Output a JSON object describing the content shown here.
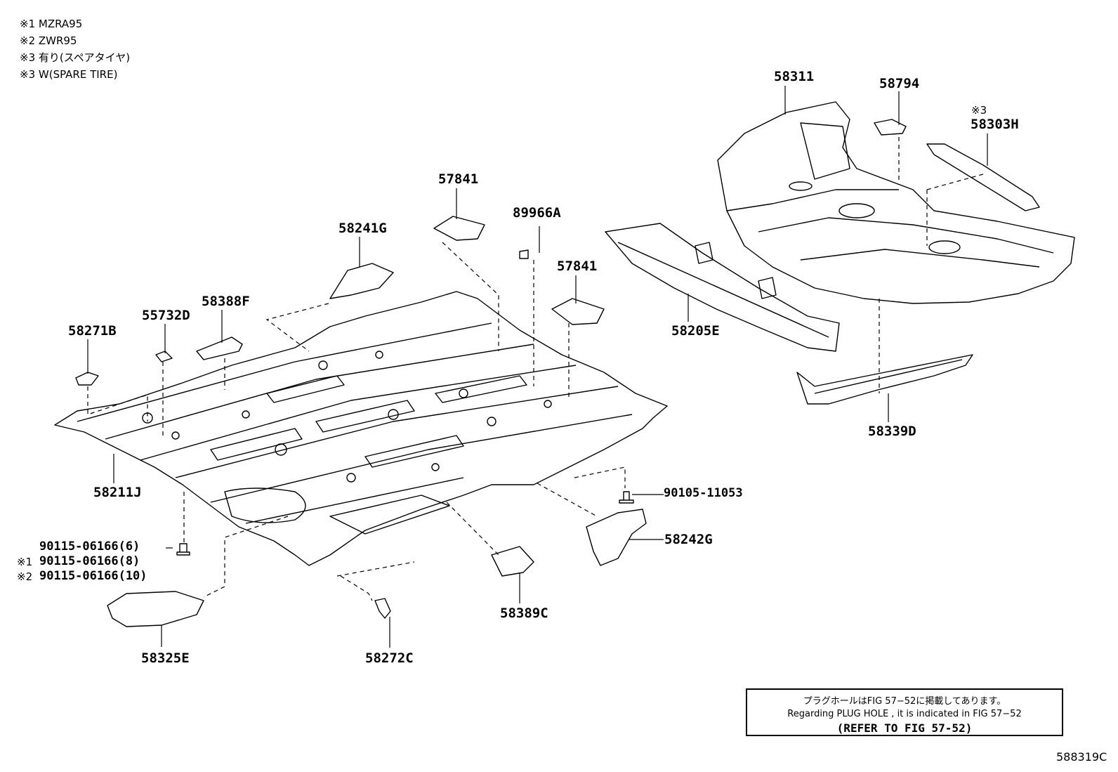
{
  "notes": [
    "※1 MZRA95",
    "※2 ZWR95",
    "※3 有り(スペアタイヤ)",
    "※3 W(SPARE TIRE)"
  ],
  "labels": {
    "p58311": "58311",
    "p58794": "58794",
    "p58303H_mark": "※3",
    "p58303H": "58303H",
    "p57841a": "57841",
    "p89966A": "89966A",
    "p58241G": "58241G",
    "p57841b": "57841",
    "p55732D": "55732D",
    "p58388F": "58388F",
    "p58271B": "58271B",
    "p58205E": "58205E",
    "p58339D": "58339D",
    "p58211J": "58211J",
    "p90105": "90105-11053",
    "p58242G": "58242G",
    "bolt1": "90115-06166(6)",
    "bolt2_mark": "※1",
    "bolt2": "90115-06166(8)",
    "bolt3_mark": "※2",
    "bolt3": "90115-06166(10)",
    "p58389C": "58389C",
    "p58325E": "58325E",
    "p58272C": "58272C"
  },
  "reference": {
    "line_jp": "プラグホールはFIG 57−52に掲載してあります。",
    "line_en": "Regarding PLUG HOLE , it is indicated in FIG 57−52",
    "line_refer": "(REFER TO FIG 57-52)"
  },
  "figure_id": "588319C"
}
